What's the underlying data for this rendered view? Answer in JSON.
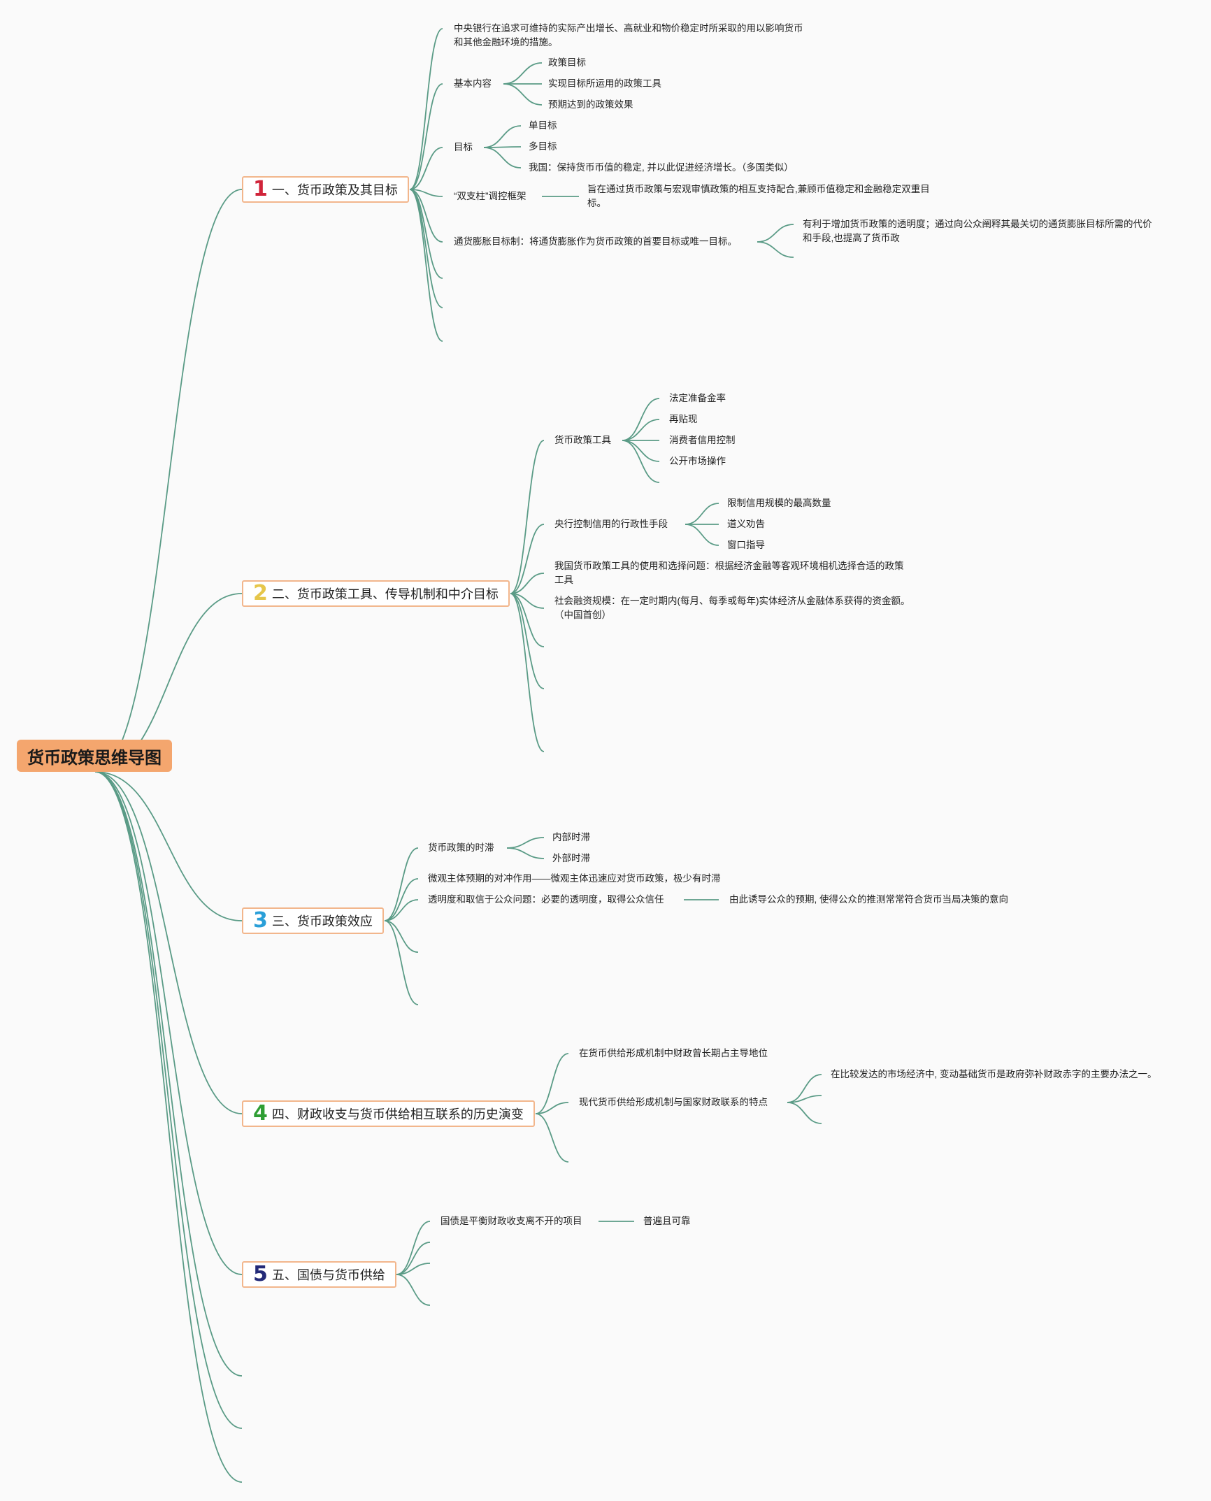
{
  "colors": {
    "line": "#5a9b86",
    "root_fill": "#f4a66e",
    "branch_border": "#f2b68c",
    "num1": "#d0243a",
    "num2": "#e6c64a",
    "num3": "#2a9fd8",
    "num4": "#2f9e34",
    "num5": "#232a78"
  },
  "root": {
    "label": "货币政策思维导图"
  },
  "branches": [
    {
      "num": "1",
      "label": "一、货币政策及其目标",
      "items": {
        "definition": "中央银行在追求可维持的实际产出增长、高就业和物价稳定时所采取的用以影响货币和其他金融环境的措施。",
        "basic": "基本内容",
        "basic_children": [
          "政策目标",
          "实现目标所运用的政策工具",
          "预期达到的政策效果"
        ],
        "goal": "目标",
        "goal_children": [
          "单目标",
          "多目标",
          "我国：保持货币币值的稳定, 并以此促进经济增长。（多国类似）"
        ],
        "twin_pillar": "“双支柱”调控框架",
        "twin_pillar_detail": "旨在通过货币政策与宏观审慎政策的相互支持配合,兼顾币值稳定和金融稳定双重目标。",
        "inflation": "通货膨胀目标制：将通货膨胀作为货币政策的首要目标或唯一目标。",
        "inflation_detail": "有利于增加货币政策的透明度；通过向公众阐释其最关切的通货膨胀目标所需的代价和手段,也提高了货币政"
      }
    },
    {
      "num": "2",
      "label": "二、货币政策工具、传导机制和中介目标",
      "items": {
        "tools": "货币政策工具",
        "tools_children": [
          "法定准备金率",
          "再贴现",
          "消费者信用控制",
          "公开市场操作"
        ],
        "admin": "央行控制信用的行政性手段",
        "admin_children": [
          "限制信用规模的最高数量",
          "道义劝告",
          "窗口指导"
        ],
        "choice": "我国货币政策工具的使用和选择问题：根据经济金融等客观环境相机选择合适的政策工具",
        "social": "社会融资规模：在一定时期内(每月、每季或每年)实体经济从金融体系获得的资金额。（中国首创）"
      }
    },
    {
      "num": "3",
      "label": "三、货币政策效应",
      "items": {
        "lag": "货币政策的时滞",
        "lag_children": [
          "内部时滞",
          "外部时滞"
        ],
        "hedge": "微观主体预期的对冲作用——微观主体迅速应对货币政策，极少有时滞",
        "trans": "透明度和取信于公众问题：必要的透明度，取得公众信任",
        "trans_detail": "由此诱导公众的预期, 使得公众的推测常常符合货币当局决策的意向"
      }
    },
    {
      "num": "4",
      "label": "四、财政收支与货币供给相互联系的历史演变",
      "items": {
        "dominant": "在货币供给形成机制中财政曾长期占主导地位",
        "modern": "现代货币供给形成机制与国家财政联系的特点",
        "modern_detail": "在比较发达的市场经济中, 变动基础货币是政府弥补财政赤字的主要办法之一。"
      }
    },
    {
      "num": "5",
      "label": "五、国债与货币供给",
      "items": {
        "bond": "国债是平衡财政收支离不开的项目",
        "bond_detail": "普遍且可靠"
      }
    }
  ]
}
